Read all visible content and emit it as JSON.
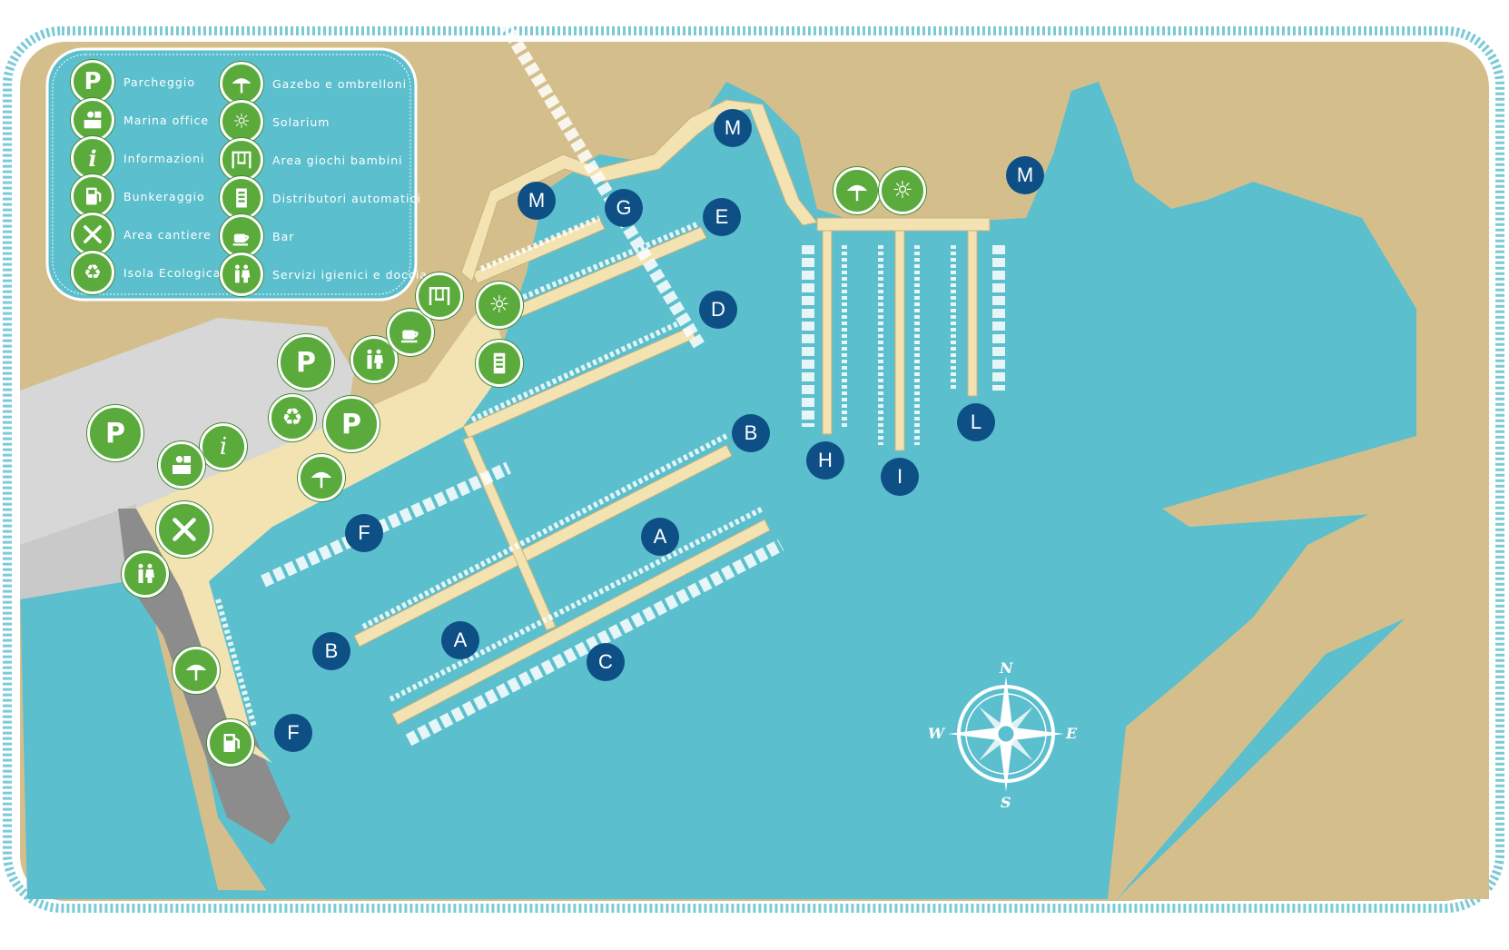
{
  "legend": {
    "items_left": [
      {
        "icon": "parking-icon",
        "label": "Parcheggio"
      },
      {
        "icon": "marina-office-icon",
        "label": "Marina office"
      },
      {
        "icon": "info-icon",
        "label": "Informazioni"
      },
      {
        "icon": "fuel-pump-icon",
        "label": "Bunkeraggio"
      },
      {
        "icon": "tools-icon",
        "label": "Area cantiere"
      },
      {
        "icon": "recycle-icon",
        "label": "Isola Ecologica"
      }
    ],
    "items_right": [
      {
        "icon": "umbrella-icon",
        "label": "Gazebo e ombrelloni"
      },
      {
        "icon": "sun-icon",
        "label": "Solarium"
      },
      {
        "icon": "swing-icon",
        "label": "Area giochi bambini"
      },
      {
        "icon": "vending-machine-icon",
        "label": "Distributori automatici"
      },
      {
        "icon": "coffee-cup-icon",
        "label": "Bar"
      },
      {
        "icon": "restroom-icon",
        "label": "Servizi igienici e doccia"
      }
    ]
  },
  "map_pins": {
    "parking": "P",
    "info": "i"
  },
  "piers": {
    "M1": "M",
    "M2": "M",
    "M3": "M",
    "G": "G",
    "E": "E",
    "D": "D",
    "B1": "B",
    "B2": "B",
    "A1": "A",
    "A2": "A",
    "C": "C",
    "F1": "F",
    "F2": "F",
    "H": "H",
    "I": "I",
    "L": "L"
  },
  "compass": {
    "n": "N",
    "s": "S",
    "e": "E",
    "w": "W"
  },
  "colors": {
    "water": "#5bbfcd",
    "land": "#d4bf8c",
    "parking_area": "#d7d7d7",
    "rock": "#8c8c8c",
    "dock": "#f3e3b3",
    "pin_green": "#5aaa3c",
    "pier_blue": "#0e4f86",
    "frame_rope": "#7ccad6"
  }
}
